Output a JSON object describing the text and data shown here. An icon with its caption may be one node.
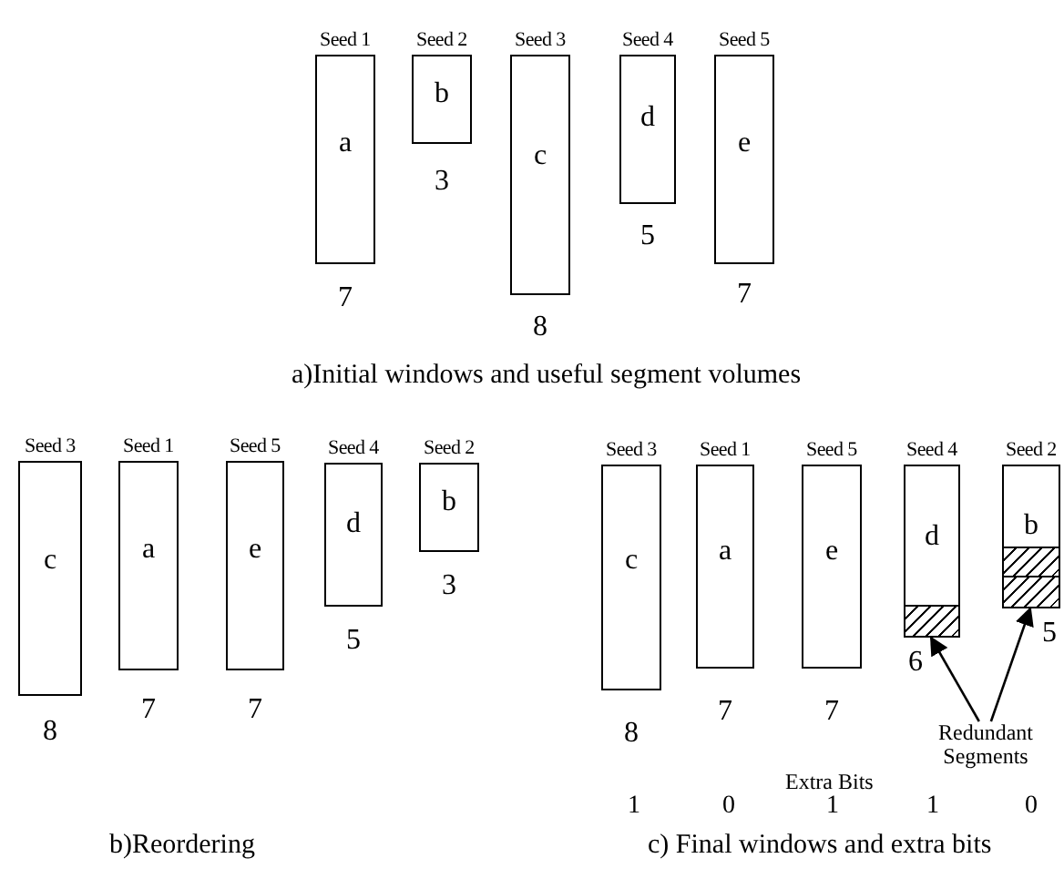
{
  "diagram": {
    "nodes": [
      {
        "text": [
          "a"
        ],
        "beside": [
          "Seed 1",
          "7"
        ]
      },
      {
        "text": [
          "b"
        ],
        "beside": [
          "Seed 2",
          "3"
        ]
      },
      {
        "text": [
          "c"
        ],
        "beside": [
          "Seed 3",
          "8"
        ]
      },
      {
        "text": [
          "d"
        ],
        "beside": [
          "Seed 4",
          "5"
        ]
      },
      {
        "text": [
          "e"
        ],
        "beside": [
          "Seed 5",
          "7"
        ]
      },
      {
        "text": [
          "c"
        ],
        "beside": [
          "Seed 3",
          "8"
        ]
      },
      {
        "text": [
          "a"
        ],
        "beside": [
          "Seed 1",
          "7"
        ]
      },
      {
        "text": [
          "e"
        ],
        "beside": [
          "Seed 5",
          "7"
        ]
      },
      {
        "text": [
          "d"
        ],
        "beside": [
          "Seed 4",
          "5"
        ]
      },
      {
        "text": [
          "b"
        ],
        "beside": [
          "Seed 2",
          "3"
        ]
      },
      {
        "text": [
          "c"
        ],
        "beside": [
          "Seed 3",
          "8"
        ]
      },
      {
        "text": [
          "a"
        ],
        "beside": [
          "Seed 1",
          "7"
        ]
      },
      {
        "text": [
          "e"
        ],
        "beside": [
          "Seed 5",
          "7"
        ]
      },
      {
        "text": [
          "d"
        ],
        "beside": [
          "Seed 4",
          "6"
        ]
      },
      {
        "text": [
          "b"
        ],
        "beside": [
          "Seed 2",
          "5"
        ]
      },
      {
        "text": [],
        "shape": "box",
        "in": 13
      },
      {
        "text": [],
        "shape": "box",
        "in": 14
      },
      {
        "text": [],
        "shape": "box",
        "in": 14
      },
      {
        "text": [
          "Redundant Segments"
        ]
      }
    ],
    "edges": [
      {
        "from": 18,
        "to": 15,
        "arrow": "to"
      },
      {
        "from": 18,
        "to": 17,
        "arrow": "to"
      }
    ],
    "labels": [
      "a)Initial windows and useful segment volumes",
      "Extra Bits",
      "1",
      "0",
      "1",
      "1",
      "0",
      "b)Reordering",
      "c) Final windows and extra bits"
    ]
  }
}
